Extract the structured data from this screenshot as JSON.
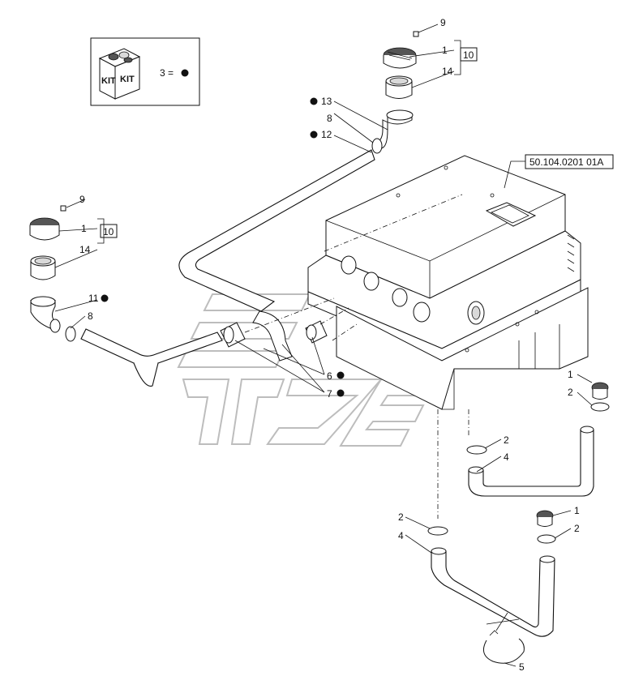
{
  "kit_legend": {
    "kit_word_left": "KIT",
    "kit_word_right": "KIT",
    "equation": "3 =",
    "bullet_symbol": "●"
  },
  "reference_box": {
    "label": "50.104.0201 01A"
  },
  "callouts": {
    "c_9_top": "9",
    "c_1_top": "1",
    "c_14_top": "14",
    "c_10_top": "10",
    "c_13": "13",
    "c_8_top": "8",
    "c_12": "12",
    "c_9_left": "9",
    "c_1_left": "1",
    "c_14_left": "14",
    "c_10_left": "10",
    "c_11": "11",
    "c_8_left": "8",
    "c_6": "6",
    "c_7": "7",
    "c_1_right": "1",
    "c_2_right": "2",
    "c_2_mid": "2",
    "c_4_mid": "4",
    "c_2_lower": "2",
    "c_4_lower": "4",
    "c_1_lower": "1",
    "c_2_lower_right": "2",
    "c_5": "5"
  },
  "colors": {
    "line": "#111111",
    "watermark": "#bdbdbd",
    "shade": "#d9d9d9"
  },
  "icons": {
    "kit": "kit-box-icon",
    "bullet": "filled-circle-bullet"
  }
}
